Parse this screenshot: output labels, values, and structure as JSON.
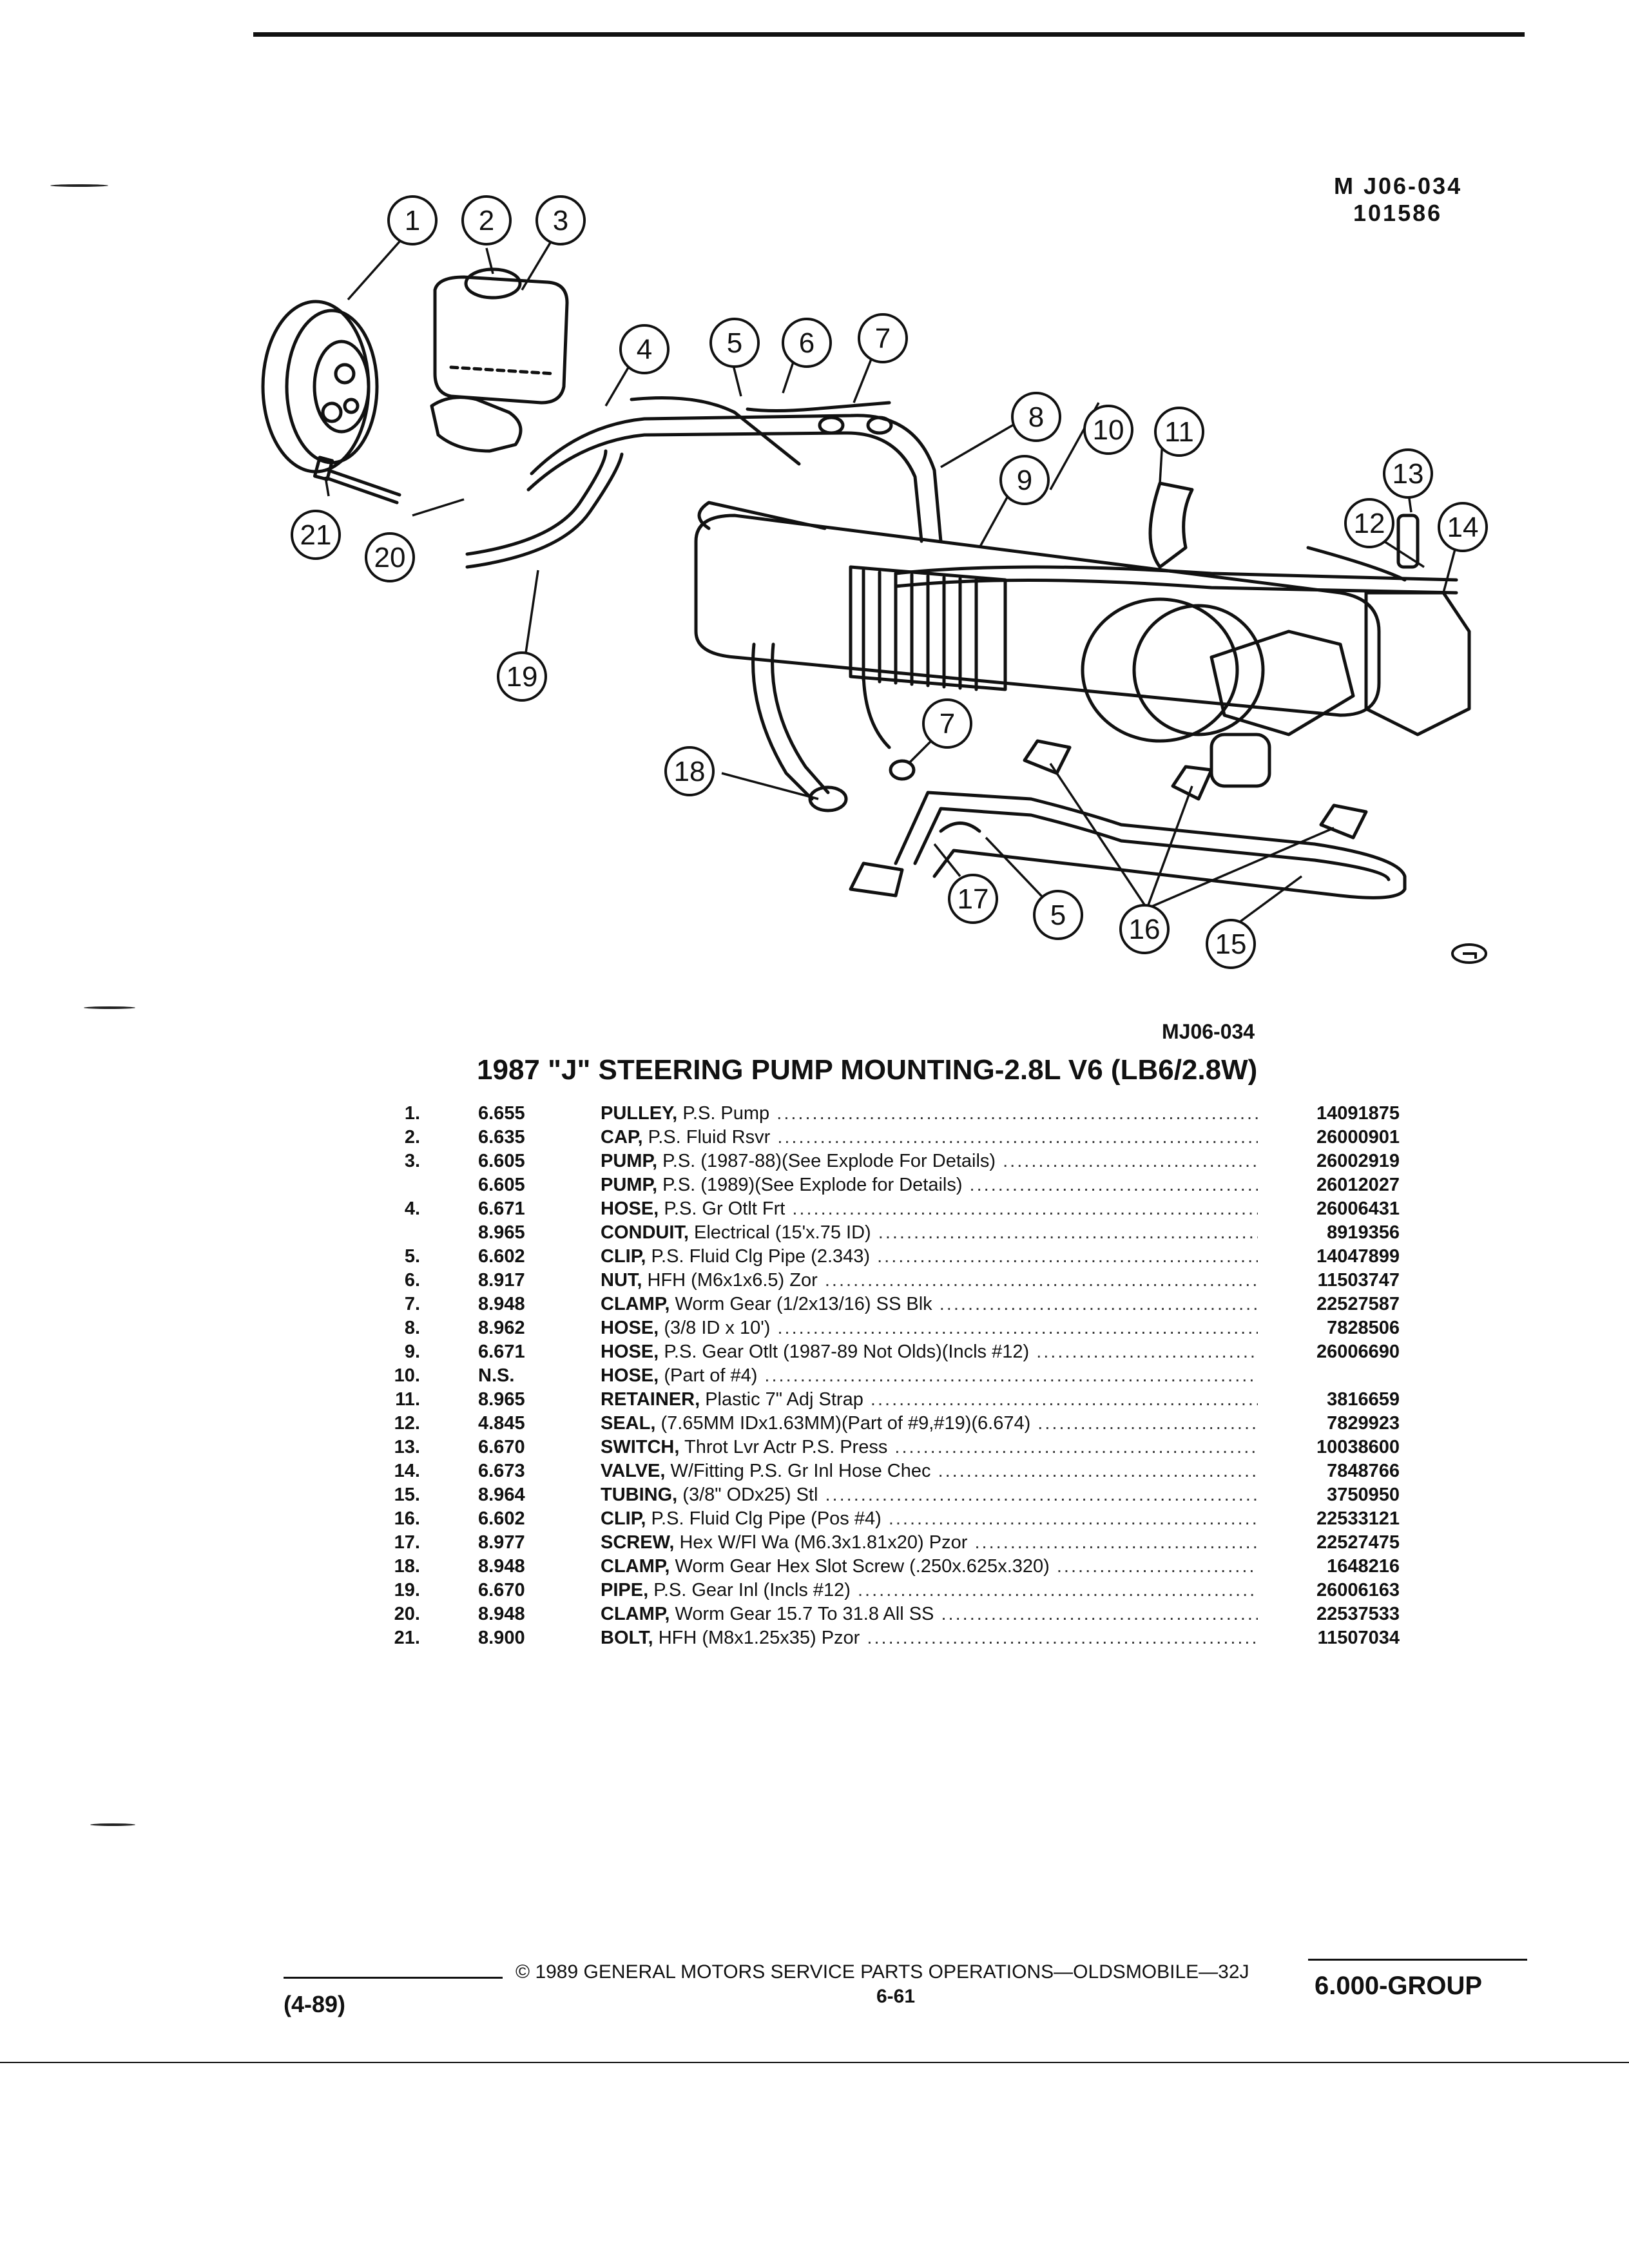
{
  "document": {
    "ref_code_line1": "M J06-034",
    "ref_code_line2": "101586",
    "illustration_code": "MJ06-034",
    "title": "1987 \"J\" STEERING PUMP MOUNTING-2.8L V6 (LB6/2.8W)",
    "callouts": [
      "1",
      "2",
      "3",
      "4",
      "5",
      "6",
      "7",
      "8",
      "9",
      "10",
      "11",
      "12",
      "13",
      "14",
      "20",
      "21",
      "19",
      "18",
      "7",
      "17",
      "5",
      "16",
      "15"
    ],
    "parts": [
      {
        "no": "1.",
        "group": "6.655",
        "name": "PULLEY,",
        "desc": "P.S. Pump",
        "part": "14091875"
      },
      {
        "no": "2.",
        "group": "6.635",
        "name": "CAP,",
        "desc": "P.S. Fluid Rsvr",
        "part": "26000901"
      },
      {
        "no": "3.",
        "group": "6.605",
        "name": "PUMP,",
        "desc": "P.S. (1987-88)(See Explode For Details)",
        "part": "26002919"
      },
      {
        "no": "",
        "group": "6.605",
        "name": "PUMP,",
        "desc": "P.S. (1989)(See Explode for Details)",
        "part": "26012027"
      },
      {
        "no": "4.",
        "group": "6.671",
        "name": "HOSE,",
        "desc": "P.S. Gr Otlt Frt",
        "part": "26006431"
      },
      {
        "no": "",
        "group": "8.965",
        "name": "CONDUIT,",
        "desc": "Electrical (15'x.75 ID)",
        "part": "8919356"
      },
      {
        "no": "5.",
        "group": "6.602",
        "name": "CLIP,",
        "desc": "P.S. Fluid Clg Pipe (2.343)",
        "part": "14047899"
      },
      {
        "no": "6.",
        "group": "8.917",
        "name": "NUT,",
        "desc": "HFH (M6x1x6.5) Zor",
        "part": "11503747"
      },
      {
        "no": "7.",
        "group": "8.948",
        "name": "CLAMP,",
        "desc": "Worm Gear (1/2x13/16) SS Blk",
        "part": "22527587"
      },
      {
        "no": "8.",
        "group": "8.962",
        "name": "HOSE,",
        "desc": "(3/8 ID x 10')",
        "part": "7828506"
      },
      {
        "no": "9.",
        "group": "6.671",
        "name": "HOSE,",
        "desc": "P.S. Gear Otlt (1987-89 Not Olds)(Incls #12)",
        "part": "26006690"
      },
      {
        "no": "10.",
        "group": "N.S.",
        "name": "HOSE,",
        "desc": "(Part of #4)",
        "part": ""
      },
      {
        "no": "11.",
        "group": "8.965",
        "name": "RETAINER,",
        "desc": "Plastic 7\" Adj Strap",
        "part": "3816659"
      },
      {
        "no": "12.",
        "group": "4.845",
        "name": "SEAL,",
        "desc": "(7.65MM IDx1.63MM)(Part of #9,#19)(6.674)",
        "part": "7829923"
      },
      {
        "no": "13.",
        "group": "6.670",
        "name": "SWITCH,",
        "desc": "Throt Lvr Actr P.S. Press",
        "part": "10038600"
      },
      {
        "no": "14.",
        "group": "6.673",
        "name": "VALVE,",
        "desc": "W/Fitting P.S. Gr Inl Hose Chec",
        "part": "7848766"
      },
      {
        "no": "15.",
        "group": "8.964",
        "name": "TUBING,",
        "desc": "(3/8\" ODx25) Stl",
        "part": "3750950"
      },
      {
        "no": "16.",
        "group": "6.602",
        "name": "CLIP,",
        "desc": "P.S. Fluid Clg Pipe (Pos #4)",
        "part": "22533121"
      },
      {
        "no": "17.",
        "group": "8.977",
        "name": "SCREW,",
        "desc": "Hex W/Fl Wa (M6.3x1.81x20) Pzor",
        "part": "22527475"
      },
      {
        "no": "18.",
        "group": "8.948",
        "name": "CLAMP,",
        "desc": "Worm Gear Hex Slot Screw (.250x.625x.320)",
        "part": "1648216"
      },
      {
        "no": "19.",
        "group": "6.670",
        "name": "PIPE,",
        "desc": "P.S. Gear Inl (Incls #12)",
        "part": "26006163"
      },
      {
        "no": "20.",
        "group": "8.948",
        "name": "CLAMP,",
        "desc": "Worm Gear 15.7 To 31.8 All SS",
        "part": "22537533"
      },
      {
        "no": "21.",
        "group": "8.900",
        "name": "BOLT,",
        "desc": "HFH (M8x1.25x35) Pzor",
        "part": "11507034"
      }
    ],
    "footer": {
      "copyright": "© 1989 GENERAL MOTORS SERVICE PARTS OPERATIONS—OLDSMOBILE—32J",
      "page": "6-61",
      "date_code": "(4-89)",
      "group": "6.000-GROUP"
    }
  }
}
